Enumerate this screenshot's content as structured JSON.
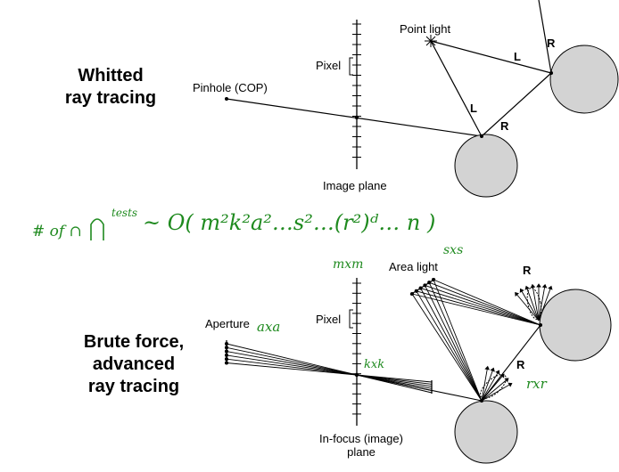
{
  "whitted": {
    "title_line1": "Whitted",
    "title_line2": "ray tracing",
    "point_light": "Point light",
    "pixel": "Pixel",
    "pinhole": "Pinhole (COP)",
    "image_plane": "Image plane",
    "ray_L1": "L",
    "ray_L2": "L",
    "ray_R1": "R",
    "ray_R2": "R"
  },
  "formula": {
    "prefix": "# of ∩",
    "superscript": "tests",
    "body": "~ O( m²k²a²…s²…(r²)ᵈ… n )"
  },
  "brute": {
    "title_line1": "Brute force,",
    "title_line2": "advanced",
    "title_line3": "ray tracing",
    "area_light": "Area light",
    "pixel": "Pixel",
    "aperture": "Aperture",
    "infocus_line1": "In-focus (image)",
    "infocus_line2": "plane",
    "ray_R1": "R",
    "ray_R2": "R",
    "note_mxm": "mxm",
    "note_sxs": "sxs",
    "note_axa": "axa",
    "note_kxk": "kxk",
    "note_rxr": "rxr"
  },
  "colors": {
    "sphere_fill": "#d3d3d3",
    "ink": "#000000",
    "annotation": "#1f8a1f"
  }
}
